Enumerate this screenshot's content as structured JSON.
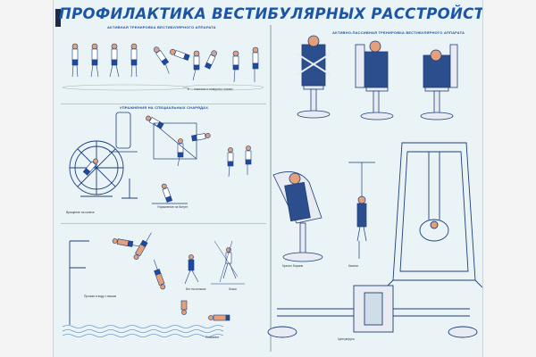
{
  "poster": {
    "title": "ПРОФИЛАКТИКА ВЕСТИБУЛЯРНЫХ РАССТРОЙСТВ В ПОЛЕТЕ",
    "sections": {
      "s1": "АКТИВНАЯ ТРЕНИРОВКА ВЕСТИБУЛЯРНОГО АППАРАТА",
      "s2": "УПРАЖНЕНИЯ НА СПЕЦИАЛЬНЫХ СНАРЯДАХ",
      "s3": "АКТИВНО-ПАССИВНАЯ ТРЕНИРОВКА ВЕСТИБУЛЯРНОГО АППАРАТА"
    },
    "captions": {
      "c1": "Б — наклоны и повороты головы",
      "c2": "Упражнение на батуте",
      "c3": "Вращение на колесе",
      "c4": "Прыжки в воду с вышки",
      "c5": "Плавание",
      "c6": "Бег на коньках",
      "c7": "Лыжи",
      "c8": "Кресло Барани",
      "c9": "Качели",
      "c10": "Центрифуга"
    }
  }
}
